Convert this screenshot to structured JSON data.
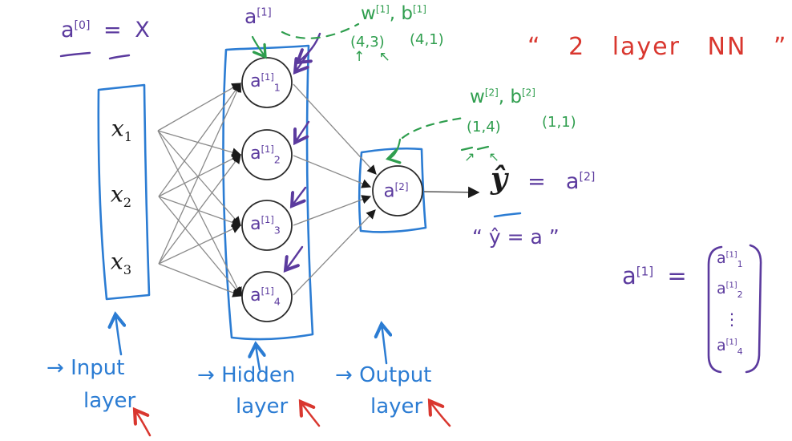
{
  "colors": {
    "blue": "#2b7cd3",
    "purple": "#5b3a9e",
    "green": "#2f9e4e",
    "red": "#d9372f",
    "line_gray": "#8a8a8a",
    "ink": "#1a1a1a"
  },
  "equations": {
    "a0": {
      "base": "a",
      "sup": "[0]",
      "eq": "=",
      "rhs": "X"
    },
    "a1_label": {
      "base": "a",
      "sup": "[1]"
    },
    "yhat": {
      "lhs": "ŷ",
      "eq": "=",
      "rhs": "a",
      "rhs_sup": "[2]"
    },
    "yhat_quote": "“ ŷ = a ”",
    "vector": {
      "lhs": "a",
      "lhs_sup": "[1]",
      "eq": "=",
      "rows": [
        {
          "base": "a",
          "sup": "[1]",
          "sub": "1"
        },
        {
          "base": "a",
          "sup": "[1]",
          "sub": "2"
        },
        {
          "dots": "⋮"
        },
        {
          "base": "a",
          "sup": "[1]",
          "sub": "4"
        }
      ]
    }
  },
  "params": {
    "layer1": {
      "w": "w",
      "w_sup": "[1]",
      "sep": ",",
      "b": "b",
      "b_sup": "[1]",
      "w_shape": "(4,3)",
      "b_shape": "(4,1)",
      "arrows_glyph": "↑ ↖"
    },
    "layer2": {
      "w": "w",
      "w_sup": "[2]",
      "sep": ",",
      "b": "b",
      "b_sup": "[2]",
      "w_shape": "(1,4)",
      "b_shape": "(1,1)",
      "arrows_glyph": "↗ ↖"
    }
  },
  "note": "“ 2 layer NN ”",
  "network": {
    "inputs": [
      {
        "base": "x",
        "sub": "1"
      },
      {
        "base": "x",
        "sub": "2"
      },
      {
        "base": "x",
        "sub": "3"
      }
    ],
    "hidden": [
      {
        "base": "a",
        "sup": "[1]",
        "sub": "1"
      },
      {
        "base": "a",
        "sup": "[1]",
        "sub": "2"
      },
      {
        "base": "a",
        "sup": "[1]",
        "sub": "3"
      },
      {
        "base": "a",
        "sup": "[1]",
        "sub": "4"
      }
    ],
    "output": {
      "base": "a",
      "sup": "[2]"
    }
  },
  "layers": {
    "input": {
      "arrow": "→",
      "line1": "Input",
      "line2": "layer"
    },
    "hidden": {
      "arrow": "→",
      "line1": "Hidden",
      "line2": "layer"
    },
    "output": {
      "arrow": "→",
      "line1": "Output",
      "line2": "layer"
    }
  }
}
